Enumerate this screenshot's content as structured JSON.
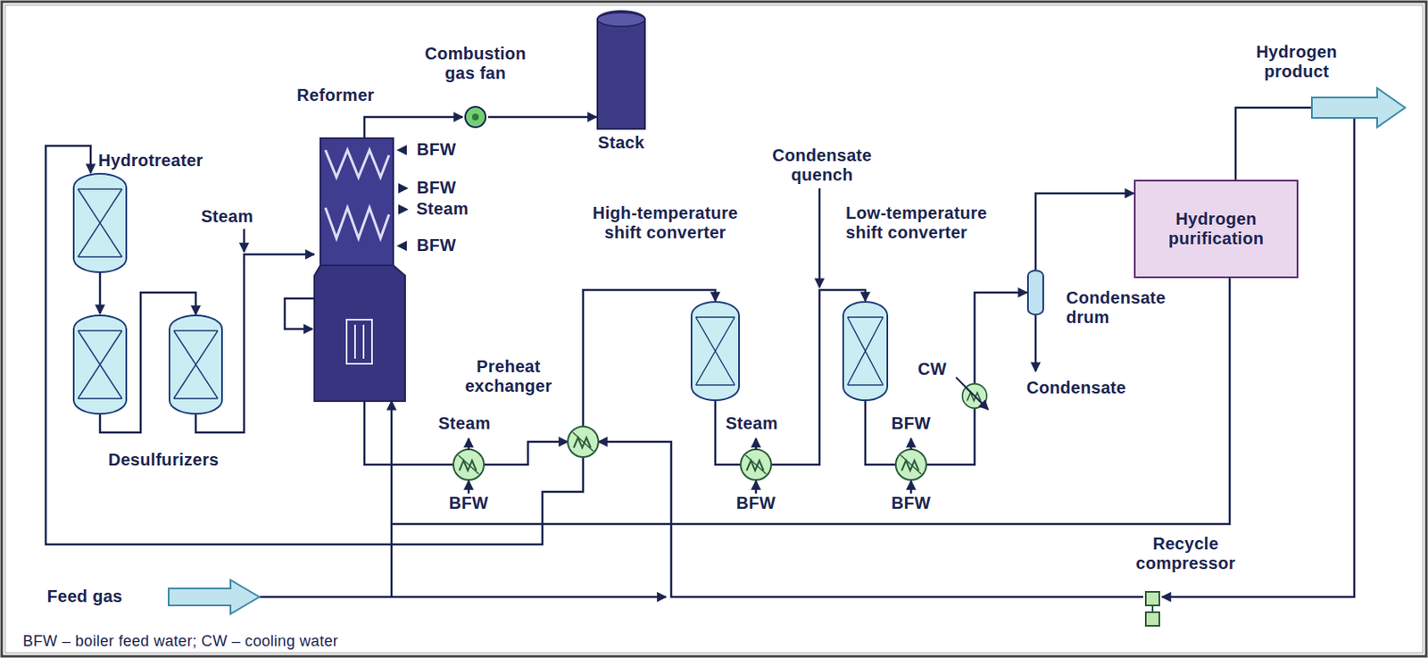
{
  "diagram": {
    "nodes": [
      {
        "text": [
          "Hydrotreater"
        ]
      },
      {
        "text": [
          "Desulfurizers"
        ]
      },
      {
        "text": [
          "Reformer"
        ]
      },
      {
        "text": [
          "Combustion gas fan"
        ]
      },
      {
        "text": [
          "Stack"
        ]
      },
      {
        "text": [
          "Preheat exchanger"
        ]
      },
      {
        "text": [
          "High-temperature shift converter"
        ]
      },
      {
        "text": [
          "Low-temperature shift converter"
        ]
      },
      {
        "text": [
          "Condensate drum"
        ]
      },
      {
        "text": [
          "Hydrogen purification"
        ]
      },
      {
        "text": [
          "Recycle compressor"
        ]
      }
    ],
    "edges": [
      {
        "from": 0,
        "to": 1,
        "arrow": "to"
      },
      {
        "from": 1,
        "to": 2,
        "arrow": "to"
      },
      {
        "from": 2,
        "to": 3,
        "arrow": "to"
      },
      {
        "from": 3,
        "to": 4,
        "arrow": "to"
      },
      {
        "from": 2,
        "to": 5,
        "arrow": "to"
      },
      {
        "from": 5,
        "to": 6,
        "arrow": "to"
      },
      {
        "from": 6,
        "to": 7,
        "arrow": "to"
      },
      {
        "from": 7,
        "to": 8,
        "arrow": "to"
      },
      {
        "from": 8,
        "to": 9,
        "arrow": "to"
      },
      {
        "from": 9,
        "to": 2,
        "arrow": "to"
      },
      {
        "from": 9,
        "to": 10,
        "arrow": "to"
      },
      {
        "from": 10,
        "to": 5,
        "arrow": "to"
      },
      {
        "from": 5,
        "to": 0,
        "arrow": "to"
      }
    ],
    "labels": [
      "BFW",
      "BFW",
      "Steam",
      "BFW",
      "Steam",
      "Condensate quench",
      "Hydrogen product",
      "CW",
      "Condensate",
      "Steam",
      "BFW",
      "Steam",
      "BFW",
      "BFW",
      "BFW",
      "Feed gas",
      "BFW – boiler feed water; CW – cooling water"
    ]
  }
}
